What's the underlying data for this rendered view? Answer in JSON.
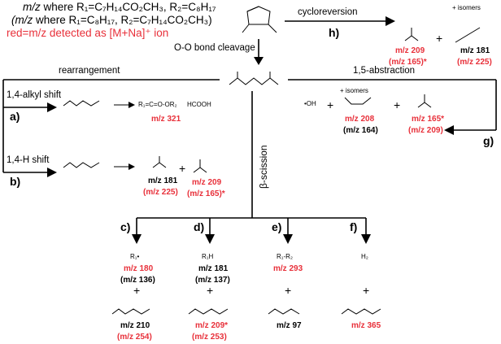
{
  "header": {
    "line1_prefix": "m/z",
    "line1_rest": " where R₁=C₇H₁₄CO₂CH₃,  R₂=C₈H₁₇",
    "line2_prefix": "(m/z",
    "line2_rest": " where R₁=C₈H₁₇, R₂=C₇H₁₄CO₂CH₃)",
    "line3": "red=m/z detected as [M+Na]⁺ ion"
  },
  "labels": {
    "cycloreversion": "cycloreversion",
    "oo_cleavage": "O-O bond cleavage",
    "rearrangement": "rearrangement",
    "abstraction": "1,5-abstraction",
    "alkyl_shift": "1,4-alkyl shift",
    "h_shift": "1,4-H shift",
    "beta_scission": "β-scission",
    "isomers": "+ isomers"
  },
  "steps": {
    "a": "a)",
    "b": "b)",
    "c": "c)",
    "d": "d)",
    "e": "e)",
    "f": "f)",
    "g": "g)",
    "h": "h)"
  },
  "plus": "+",
  "fragments": {
    "h1": {
      "a": "m/z 209",
      "b": "(m/z 165)*"
    },
    "h2": {
      "a": "m/z 181",
      "b": "(m/z 225)"
    },
    "a1": {
      "a": "m/z 321"
    },
    "b1": {
      "a": "m/z 181",
      "b": "(m/z 225)"
    },
    "b2": {
      "a": "m/z 209",
      "b": "(m/z 165)*"
    },
    "g1": {
      "a": "m/z 208",
      "b": "(m/z 164)"
    },
    "g2": {
      "a": "m/z 165*",
      "b": "(m/z 209)"
    },
    "c1": {
      "a": "m/z 180",
      "b": "(m/z 136)"
    },
    "c2": {
      "a": "m/z 210",
      "b": "(m/z 254)"
    },
    "d1": {
      "a": "m/z 181",
      "b": "(m/z 137)"
    },
    "d2": {
      "a": "m/z 209*",
      "b": "(m/z 253)"
    },
    "e1": {
      "a": "m/z 293"
    },
    "e2": {
      "a": "m/z 97"
    },
    "f2": {
      "a": "m/z 365"
    }
  },
  "species": {
    "r1_radical": "R₁•",
    "r1h": "R₁H",
    "r1r2": "R₁-R₂",
    "h2": "H₂",
    "hcooh": "HCOOH",
    "oh": "•OH",
    "ketene": "R₁=C=O-OR₂"
  },
  "colors": {
    "red": "#e8303a",
    "black": "#000000"
  }
}
